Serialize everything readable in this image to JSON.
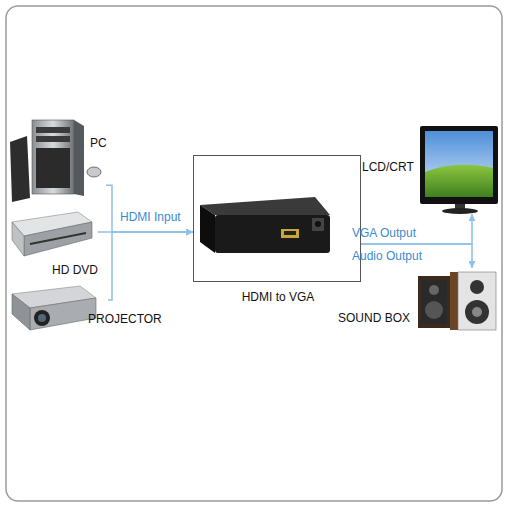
{
  "diagram": {
    "nodes": [
      {
        "text": [
          "PC"
        ]
      },
      {
        "text": [
          "HD DVD"
        ]
      },
      {
        "text": [
          "PROJECTOR"
        ]
      },
      {
        "text": [
          "HDMI to VGA"
        ]
      },
      {
        "text": [
          "LCD/CRT"
        ]
      },
      {
        "text": [
          "SOUND BOX"
        ]
      }
    ],
    "edges": [
      {
        "from": 0,
        "to": 3,
        "arrow": "to"
      },
      {
        "from": 1,
        "to": 3,
        "label": "HDMI Input",
        "arrow": "to"
      },
      {
        "from": 2,
        "to": 3,
        "arrow": "to"
      },
      {
        "from": 3,
        "to": 4,
        "label": "VGA Output",
        "arrow": "to"
      },
      {
        "from": 3,
        "to": 5,
        "label": "Audio Output",
        "arrow": "to"
      }
    ]
  }
}
